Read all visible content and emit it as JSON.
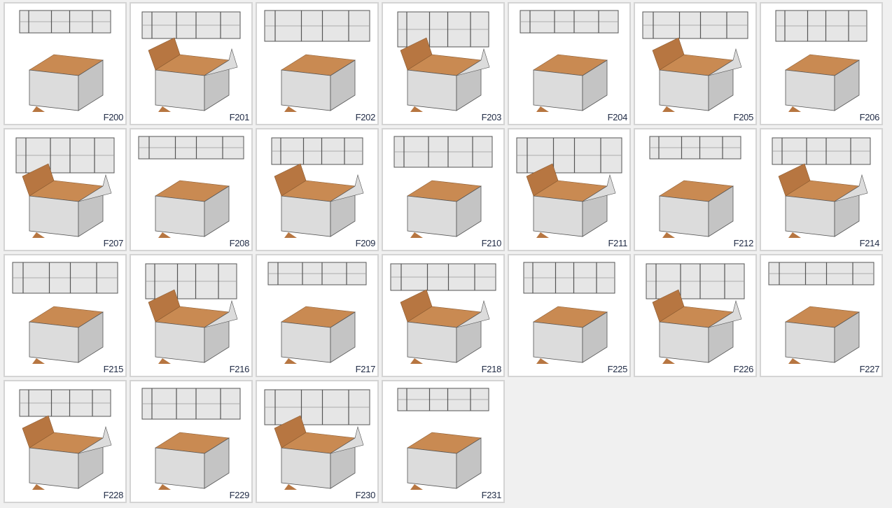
{
  "colors": {
    "flap": "#c98a52",
    "flap_dark": "#b77641",
    "panel": "#dcdcdc",
    "panel_dark": "#c4c4c4",
    "line": "#555555",
    "label": "#1f2a44"
  },
  "styles": [
    {
      "code": "F200"
    },
    {
      "code": "F201"
    },
    {
      "code": "F202"
    },
    {
      "code": "F203"
    },
    {
      "code": "F204"
    },
    {
      "code": "F205"
    },
    {
      "code": "F206"
    },
    {
      "code": "F207"
    },
    {
      "code": "F208"
    },
    {
      "code": "F209"
    },
    {
      "code": "F210"
    },
    {
      "code": "F211"
    },
    {
      "code": "F212"
    },
    {
      "code": "F214"
    },
    {
      "code": "F215"
    },
    {
      "code": "F216"
    },
    {
      "code": "F217"
    },
    {
      "code": "F218"
    },
    {
      "code": "F225"
    },
    {
      "code": "F226"
    },
    {
      "code": "F227"
    },
    {
      "code": "F228"
    },
    {
      "code": "F229"
    },
    {
      "code": "F230"
    },
    {
      "code": "F231"
    }
  ]
}
